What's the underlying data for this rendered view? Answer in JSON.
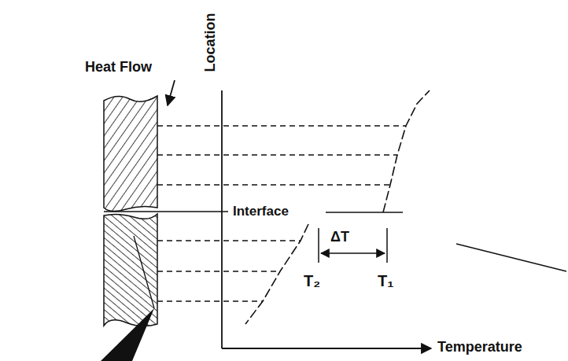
{
  "diagram": {
    "labels": [
      "Heat Flow",
      "Location",
      "Interface",
      "ΔT",
      "T₂",
      "T₁",
      "Temperature"
    ]
  }
}
